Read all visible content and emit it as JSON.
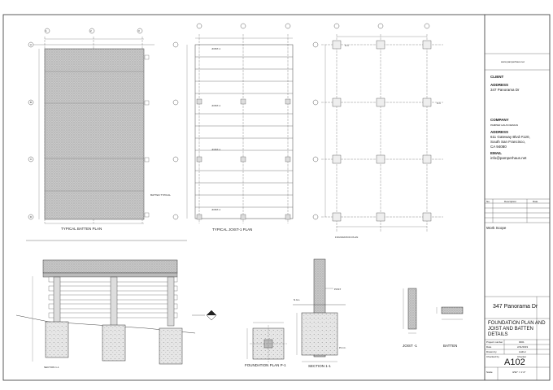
{
  "plans": {
    "batten_plan_title": "TYPICAL BATTEN PLAN",
    "joist_plan_title": "TYPICAL JOIST-1 PLAN",
    "foundation_plan_title": "FOUNDATION PLAN",
    "section_title": "SECTION 1-1",
    "foundation_p1_title": "FOUNDATION PLAN P-1",
    "section_11_title": "SECTION 1-1",
    "joist_title": "JOIST -1",
    "batten_title": "BATTEN",
    "grid_cols": [
      "1",
      "2",
      "3"
    ],
    "grid_rows": [
      "A",
      "B",
      "C",
      "D"
    ],
    "joist_labels": [
      "JOIST-1",
      "JOIST-1",
      "JOIST-1",
      "JOIST-1"
    ],
    "post_label": "POST",
    "pcc_label": "P.C.C.",
    "ngl_label": "N.G.L",
    "batten_typical_label": "BATTEN TYPICAL",
    "footing_label": "C-1"
  },
  "titleblock": {
    "website": "www.pamperhaus.net",
    "client_heading": "CLIENT",
    "address_heading_1": "ADDRESS",
    "client_address": "347 Panorama Dr",
    "company_heading": "COMPANY",
    "company_name": "PAMPER HAUS DESIGN",
    "address_heading_2": "ADDRESS",
    "company_address_1": "611 Gateway Blvd #120,",
    "company_address_2": "South San Francisco,",
    "company_address_3": "CA 94080",
    "email_heading": "EMAIL",
    "email": "info@pamperhaus.net",
    "rev_no": "No.",
    "rev_desc": "Description",
    "rev_date": "Date",
    "work_scope": "Work Scope",
    "project_name": "347 Panorama Dr",
    "sheet_title": "FOUNDATION PLAN AND JOIST AND BATTEN DETAILS",
    "project_number_label": "Project number",
    "project_number": "0001",
    "date_label": "Date",
    "date": "2/11/2019",
    "drawn_by_label": "Drawn by",
    "drawn_by": "Author",
    "checked_by_label": "Checked by",
    "checked_by": "Checker",
    "sheet_number": "A102",
    "scale_label": "Scale",
    "scale": "3/32\" = 1'-0\""
  }
}
